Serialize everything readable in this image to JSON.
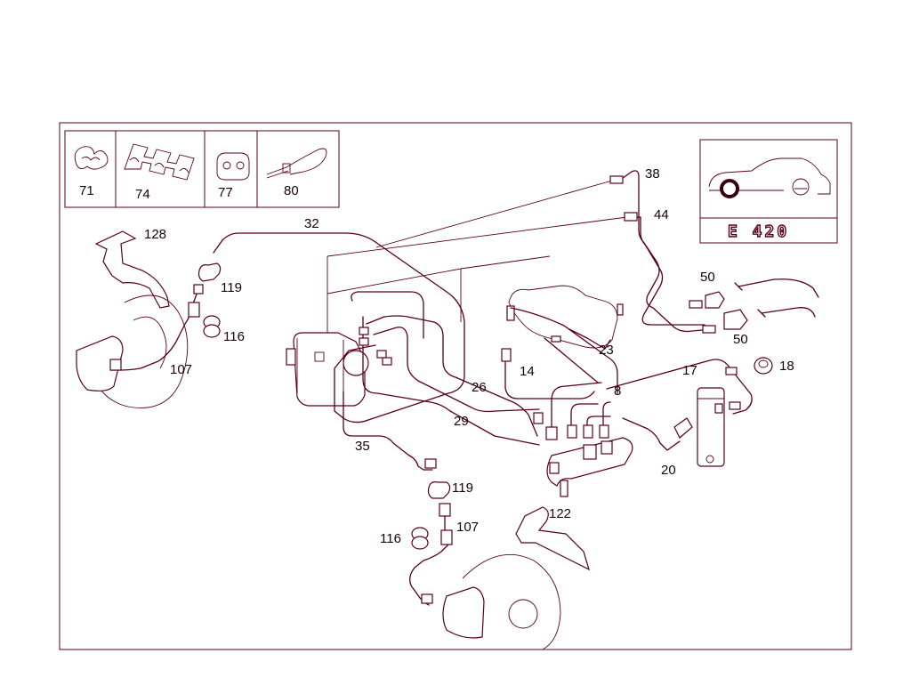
{
  "model_badge": "E 420",
  "accessory_labels": [
    "71",
    "74",
    "77",
    "80"
  ],
  "callouts": {
    "c128": "128",
    "c119_top": "119",
    "c116_top": "116",
    "c107_top": "107",
    "c32": "32",
    "c38": "38",
    "c44": "44",
    "c50_top": "50",
    "c50_bottom": "50",
    "c23": "23",
    "c18": "18",
    "c17": "17",
    "c14": "14",
    "c8": "8",
    "c26": "26",
    "c29": "29",
    "c35": "35",
    "c20": "20",
    "c119_bottom": "119",
    "c107_bottom": "107",
    "c116_bottom": "116",
    "c122": "122"
  }
}
